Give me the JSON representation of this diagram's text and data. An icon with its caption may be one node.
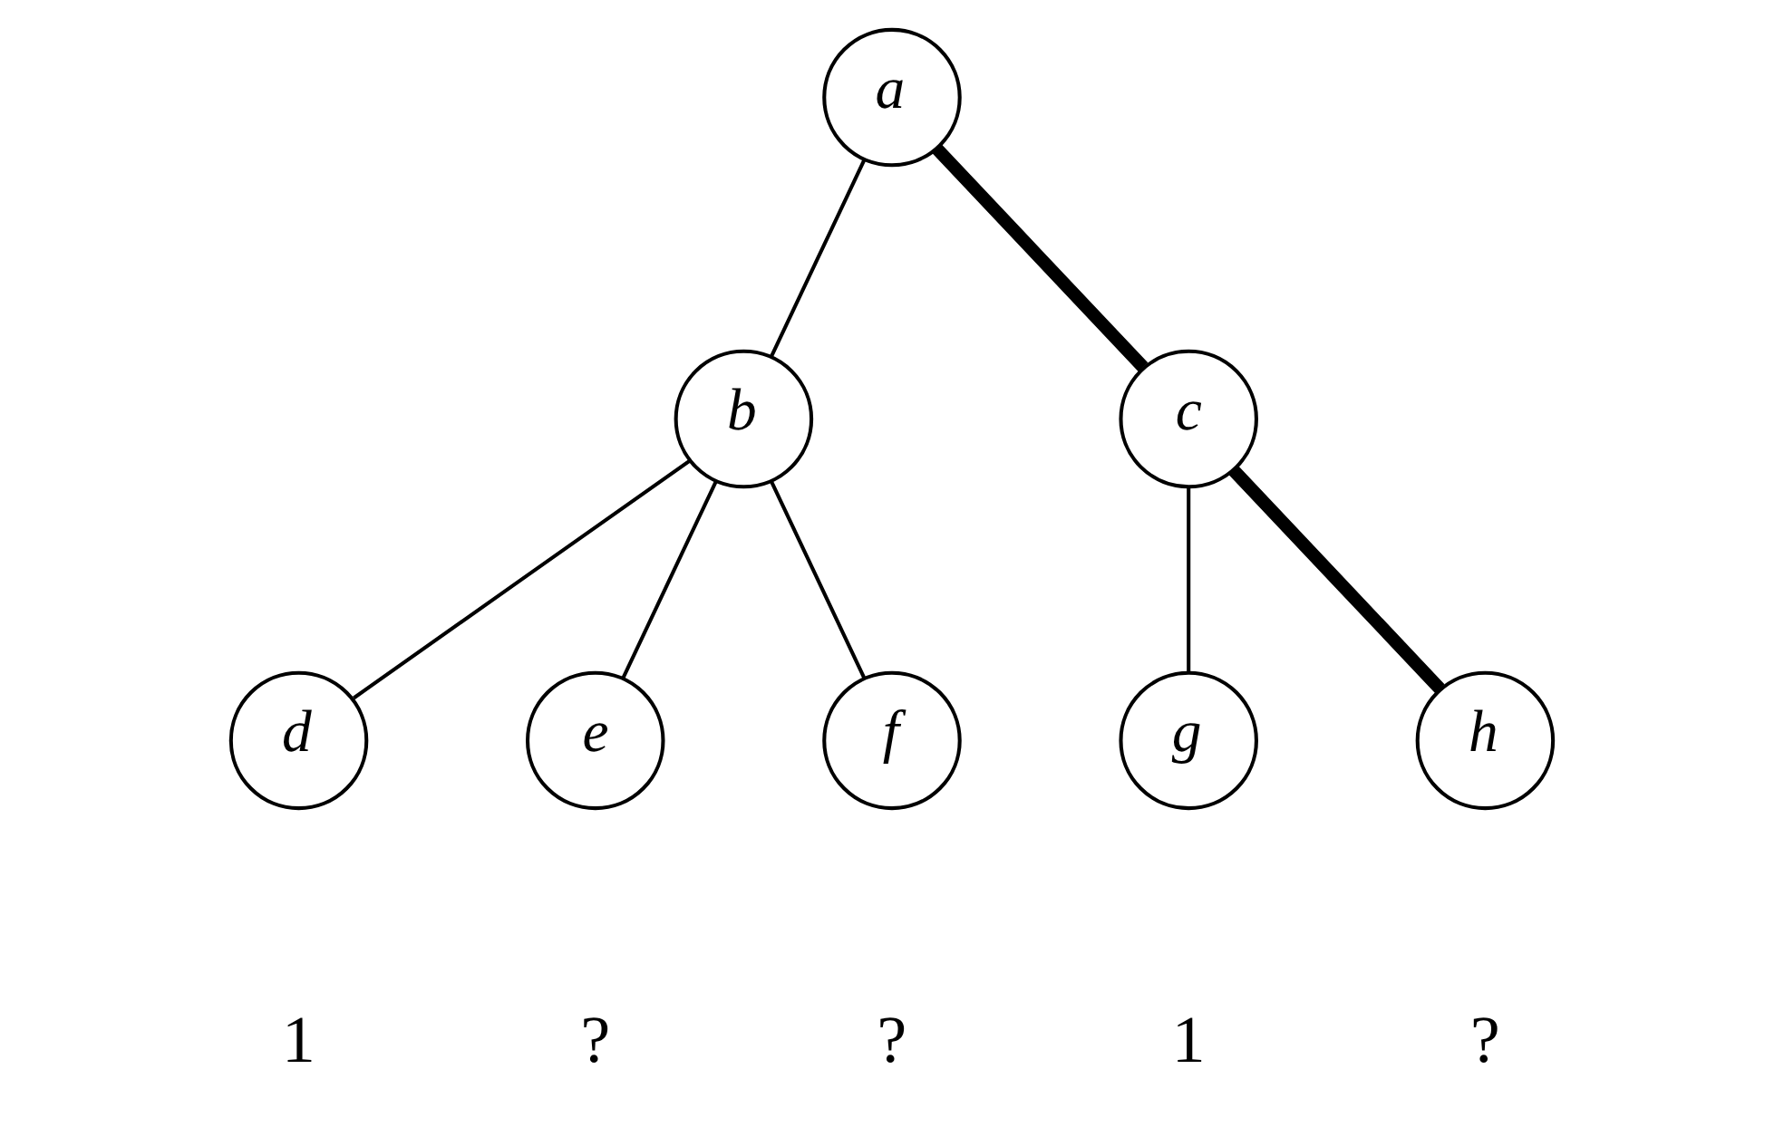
{
  "diagram": {
    "nodes": [
      {
        "text": [
          "a"
        ]
      },
      {
        "text": [
          "b"
        ]
      },
      {
        "text": [
          "c"
        ]
      },
      {
        "text": [
          "d"
        ],
        "beside": [
          "1"
        ]
      },
      {
        "text": [
          "e"
        ],
        "beside": [
          "?"
        ]
      },
      {
        "text": [
          "f"
        ],
        "beside": [
          "?"
        ]
      },
      {
        "text": [
          "g"
        ],
        "beside": [
          "1"
        ]
      },
      {
        "text": [
          "h"
        ],
        "beside": [
          "?"
        ]
      }
    ],
    "edges": [
      {
        "from": 0,
        "to": 1,
        "arrow": "none"
      },
      {
        "from": 0,
        "to": 2,
        "arrow": "none",
        "style": "thick"
      },
      {
        "from": 1,
        "to": 3,
        "arrow": "none"
      },
      {
        "from": 1,
        "to": 4,
        "arrow": "none"
      },
      {
        "from": 1,
        "to": 5,
        "arrow": "none"
      },
      {
        "from": 2,
        "to": 6,
        "arrow": "none"
      },
      {
        "from": 2,
        "to": 7,
        "arrow": "none",
        "style": "thick"
      }
    ]
  }
}
